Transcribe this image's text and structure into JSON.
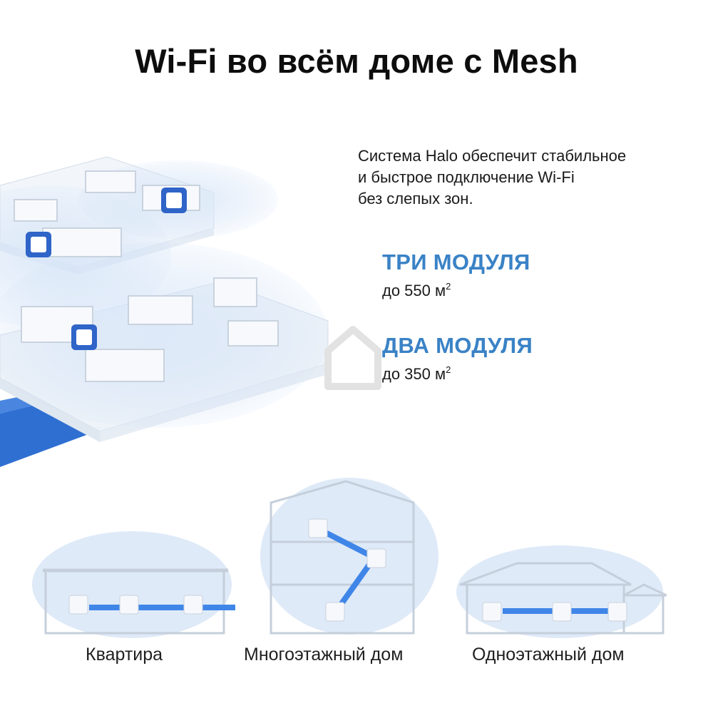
{
  "header": {
    "title": "Wi-Fi во всём доме с Mesh"
  },
  "description": {
    "lines": [
      "Система Halo обеспечит стабильное",
      "и быстрое подключение Wi-Fi",
      "без слепых зон."
    ]
  },
  "plans": [
    {
      "title": "ТРИ МОДУЛЯ",
      "area": "до 550 м",
      "unit_sup": "2"
    },
    {
      "title": "ДВА МОДУЛЯ",
      "area": "до 350 м",
      "unit_sup": "2"
    }
  ],
  "scenarios": [
    {
      "label": "Квартира"
    },
    {
      "label": "Многоэтажный дом"
    },
    {
      "label": "Одноэтажный дом"
    }
  ],
  "colors": {
    "accent": "#3a82c6",
    "module_blue": "#2f64c8",
    "base_blue": "#2f6fd1",
    "coverage": "#cfe0f6"
  },
  "icons": [
    "mesh-module-icon",
    "home-watermark-icon"
  ]
}
